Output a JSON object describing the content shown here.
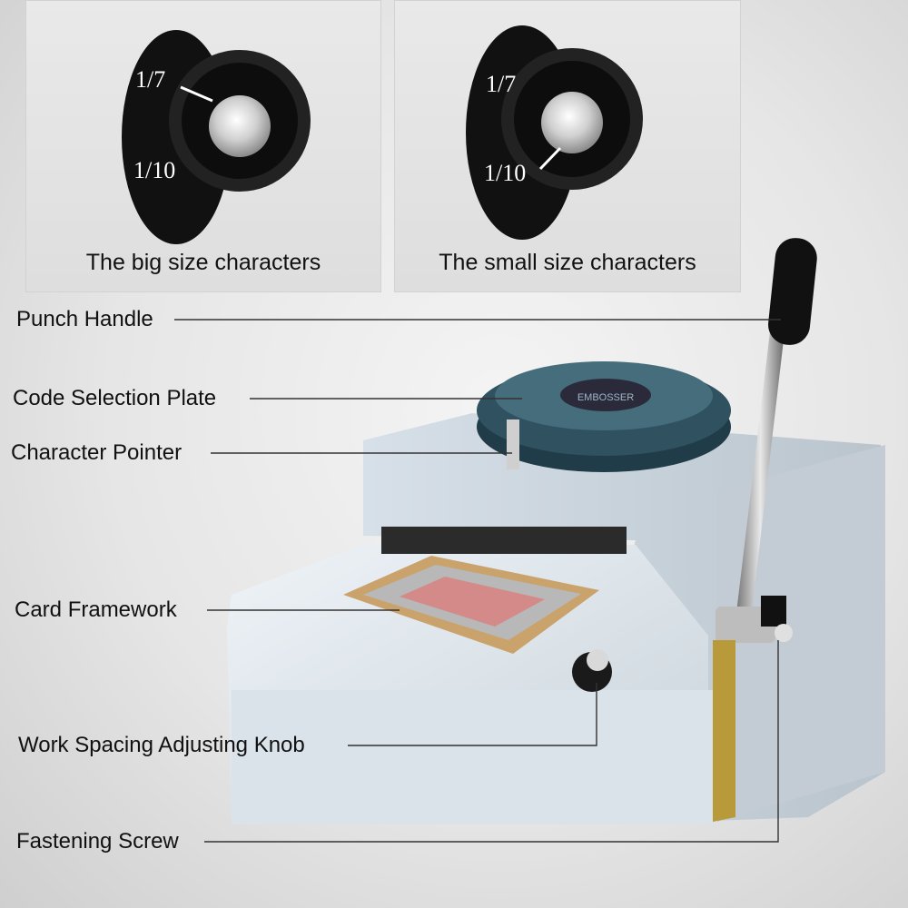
{
  "insets": [
    {
      "caption": "The big size characters",
      "dial_top": "1/7",
      "dial_bottom": "1/10"
    },
    {
      "caption": "The small size characters",
      "dial_top": "1/7",
      "dial_bottom": "1/10"
    }
  ],
  "callouts": {
    "punch_handle": "Punch Handle",
    "code_selection_plate": "Code Selection Plate",
    "character_pointer": "Character Pointer",
    "card_framework": "Card Framework",
    "work_spacing_knob": "Work Spacing Adjusting Knob",
    "fastening_screw": "Fastening Screw"
  },
  "plate_label": "EMBOSSER",
  "colors": {
    "body": "#dfe6ec",
    "dial": "#2f5160",
    "handle": "#111111",
    "tray": "#c9a36b"
  }
}
